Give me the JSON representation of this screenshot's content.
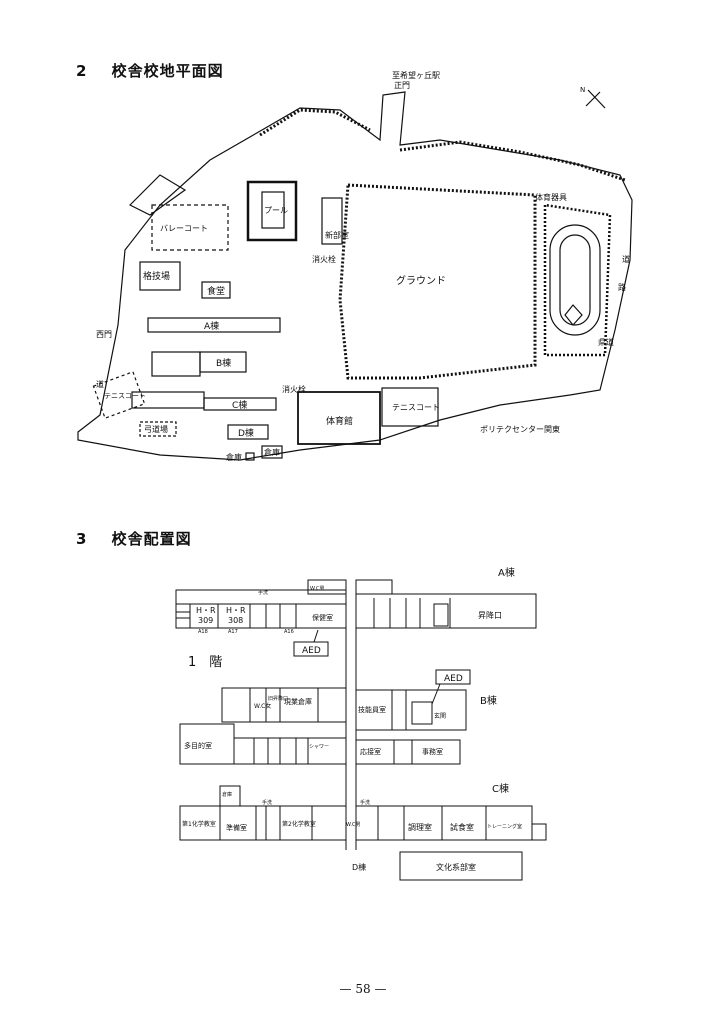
{
  "section2": {
    "number": "2",
    "title": "校舎校地平面図"
  },
  "site_map": {
    "gate_label_1": "至希望ヶ丘駅",
    "gate_label_2": "正門",
    "north_mark": "N",
    "pool": "プール",
    "volleyball_court": "バレーコート",
    "martial_arts_hall": "格技場",
    "new_club_room": "新部室",
    "hydrant_1": "消火栓",
    "hydrant_2": "消火栓",
    "ground": "グラウンド",
    "pe_equipment": "体育器具",
    "cafeteria": "食堂",
    "bldg_a": "A棟",
    "bldg_b": "B棟",
    "bldg_c": "C棟",
    "bldg_d": "D棟",
    "west_gate": "西門",
    "road_left": "道",
    "tennis_court_left": "テニスコート",
    "archery": "弓道場",
    "warehouse_1": "倉庫",
    "warehouse_2": "倉庫",
    "gym": "体育館",
    "tennis_court": "テニスコート",
    "polytech": "ポリテクセンター関東",
    "road_right_1": "道",
    "road_right_2": "路",
    "road_right_3": "県道"
  },
  "section3": {
    "number": "3",
    "title": "校舎配置図"
  },
  "floor_plan": {
    "floor_label": "1　階",
    "a_bldg": "A棟",
    "b_bldg": "B棟",
    "c_bldg": "C棟",
    "d_bldg": "D棟",
    "aed_1": "AED",
    "aed_2": "AED",
    "hr309": "H・R",
    "hr309_num": "309",
    "hr308": "H・R",
    "hr308_num": "308",
    "a18": "A18",
    "a17": "A17",
    "a16": "A16",
    "health_room": "保健室",
    "wash_1": "手洗",
    "wash_2": "手洗",
    "wash_3": "手洗",
    "wc_1": "W.C男",
    "wc_2": "W.C女",
    "wc_3": "W.C男",
    "shoe_entrance": "昇降口",
    "skill_staff": "技能員室",
    "entrance": "玄関",
    "reception": "応接室",
    "office": "事務室",
    "multipurpose": "多目的室",
    "current_storage": "現業倉庫",
    "old_shoe": "旧昇降口",
    "shower": "シャワー",
    "chem1": "第1化学教室",
    "prep": "準備室",
    "chem2": "第2化学教室",
    "cooking": "調理室",
    "food_test": "試食室",
    "training": "トレーニング室",
    "culture_club": "文化系部室",
    "storage_small": "倉庫"
  },
  "page_number": "— 58 —"
}
